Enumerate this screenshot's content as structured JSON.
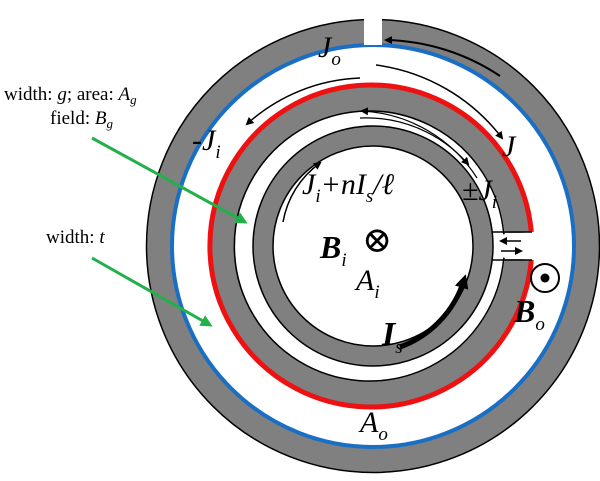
{
  "labels": {
    "gap_width_prefix": "width: ",
    "gap_width_var": "g",
    "gap_area_prefix": "; area: ",
    "gap_area_var": "A",
    "gap_area_sub": "g",
    "gap_field_prefix": "field: ",
    "gap_field_var": "B",
    "gap_field_sub": "g",
    "shell_width_prefix": "width: ",
    "shell_width_var": "t",
    "Jo_main": "J",
    "Jo_sub": "o",
    "minus_Ji_main": "-J",
    "minus_Ji_sub": "i",
    "J_right": "J",
    "pm_Ji_main": "±J",
    "pm_Ji_sub": "i",
    "inner_current_J": "J",
    "inner_current_Jsub": "i",
    "inner_current_mid": "+nI",
    "inner_current_Isub": "s",
    "inner_current_end": "/ℓ",
    "Bi_main": "B",
    "Bi_sub": "i",
    "Bi_symbol": "⊗",
    "Ai_main": "A",
    "Ai_sub": "i",
    "Is_main": "I",
    "Is_sub": "s",
    "Bo_main": "B",
    "Bo_sub": "o",
    "Ao_main": "A",
    "Ao_sub": "o"
  },
  "colors": {
    "shell": "#808080",
    "outer_line": "#1a6fc4",
    "inner_line": "#ee1111",
    "arrow_green": "#22b04a",
    "text": "#000000"
  }
}
